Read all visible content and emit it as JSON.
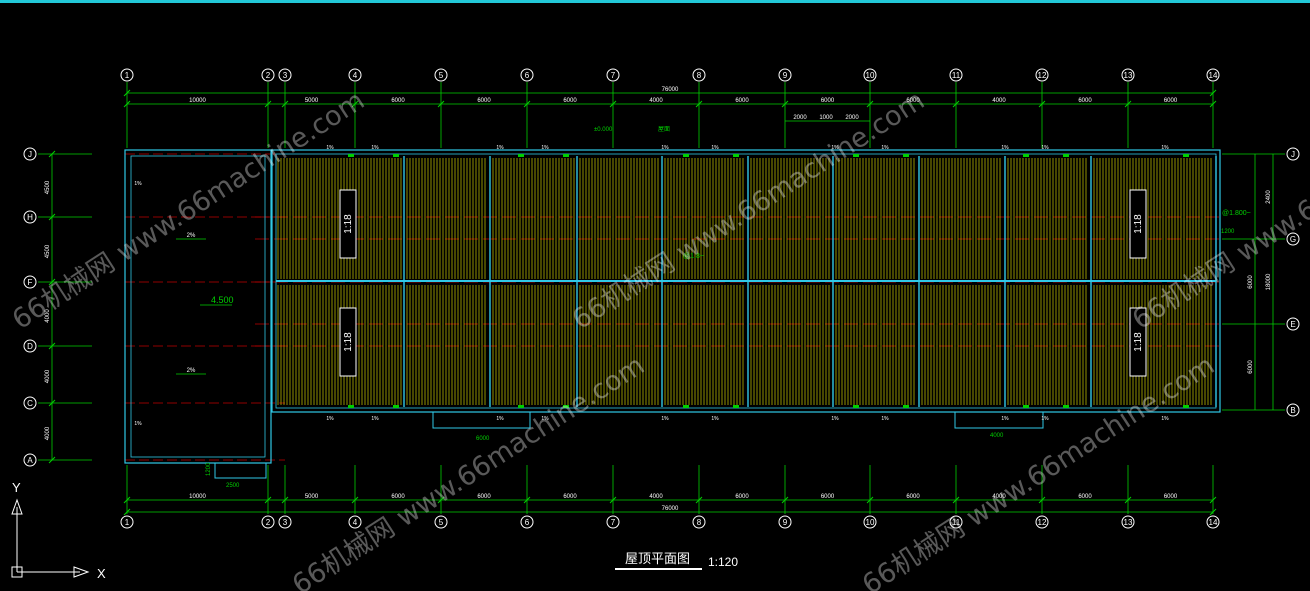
{
  "drawing": {
    "title": "屋顶平面图",
    "scale": "1:120",
    "top_axes": [
      "1",
      "2",
      "3",
      "4",
      "5",
      "6",
      "7",
      "8",
      "9",
      "10",
      "11",
      "12",
      "13",
      "14"
    ],
    "left_axes": [
      "J",
      "H",
      "F",
      "D",
      "C",
      "A"
    ],
    "right_axes": [
      "J",
      "G",
      "E",
      "B"
    ],
    "total_dim": "76000",
    "bay_dims": [
      "10000",
      "5000",
      "6000",
      "6000",
      "6000",
      "4000",
      "6000",
      "6000",
      "6000",
      "4000",
      "6000",
      "6000"
    ],
    "top_small_dims": [
      "2000",
      "1000",
      "2000"
    ],
    "left_dims": [
      "4500",
      "4500",
      "4000",
      "4000",
      "4000"
    ],
    "right_dims": [
      "2400",
      "6000",
      "6000",
      "18000"
    ],
    "slope_labels": [
      "1%",
      "2%"
    ],
    "elevation": "4.500",
    "ratio_label": "1:18",
    "top_notes": [
      "±0.000",
      "屋面"
    ],
    "right_note": "@1.800~",
    "right_small": "1200",
    "bottom_bump_dims": [
      "6000",
      "4000",
      "2500",
      "1200"
    ],
    "center_note": "@1.8~"
  },
  "ucs": {
    "y": "Y",
    "x": "X"
  },
  "watermark": {
    "text": "66机械网 www.66machine.com"
  },
  "colors": {
    "grid": "#00d000",
    "roof": "#e6e600",
    "outline": "#30c8e6",
    "axis_red": "#c00000",
    "white": "#ffffff"
  }
}
